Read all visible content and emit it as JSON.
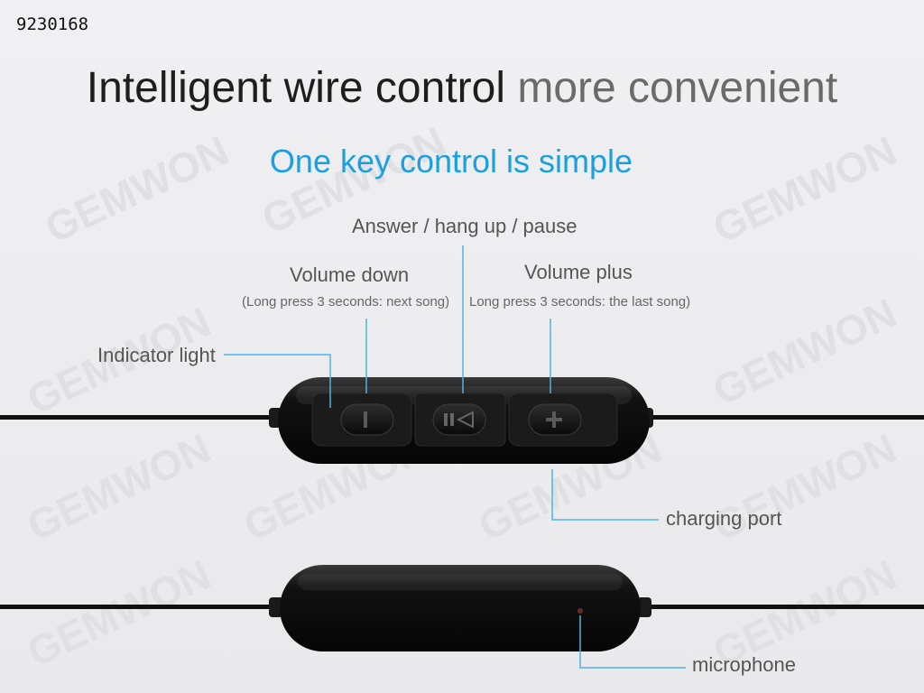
{
  "product_id": "9230168",
  "watermark": "GEMWON",
  "heading": {
    "primary": "Intelligent wire control",
    "secondary": "more convenient"
  },
  "subheading": "One key control is simple",
  "labels": {
    "answer": "Answer / hang up / pause",
    "volume_down": "Volume down",
    "volume_down_note": "(Long press 3 seconds: next song)",
    "volume_plus": "Volume plus",
    "volume_plus_note": "Long press 3 seconds: the last song)",
    "indicator": "Indicator light",
    "charging": "charging port",
    "microphone": "microphone"
  },
  "colors": {
    "accent": "#1aa0e2",
    "leader": "#4fb3e8",
    "device": "#0d0d0d"
  },
  "icons": [
    "minus-icon",
    "play-pause-icon",
    "plus-icon"
  ]
}
